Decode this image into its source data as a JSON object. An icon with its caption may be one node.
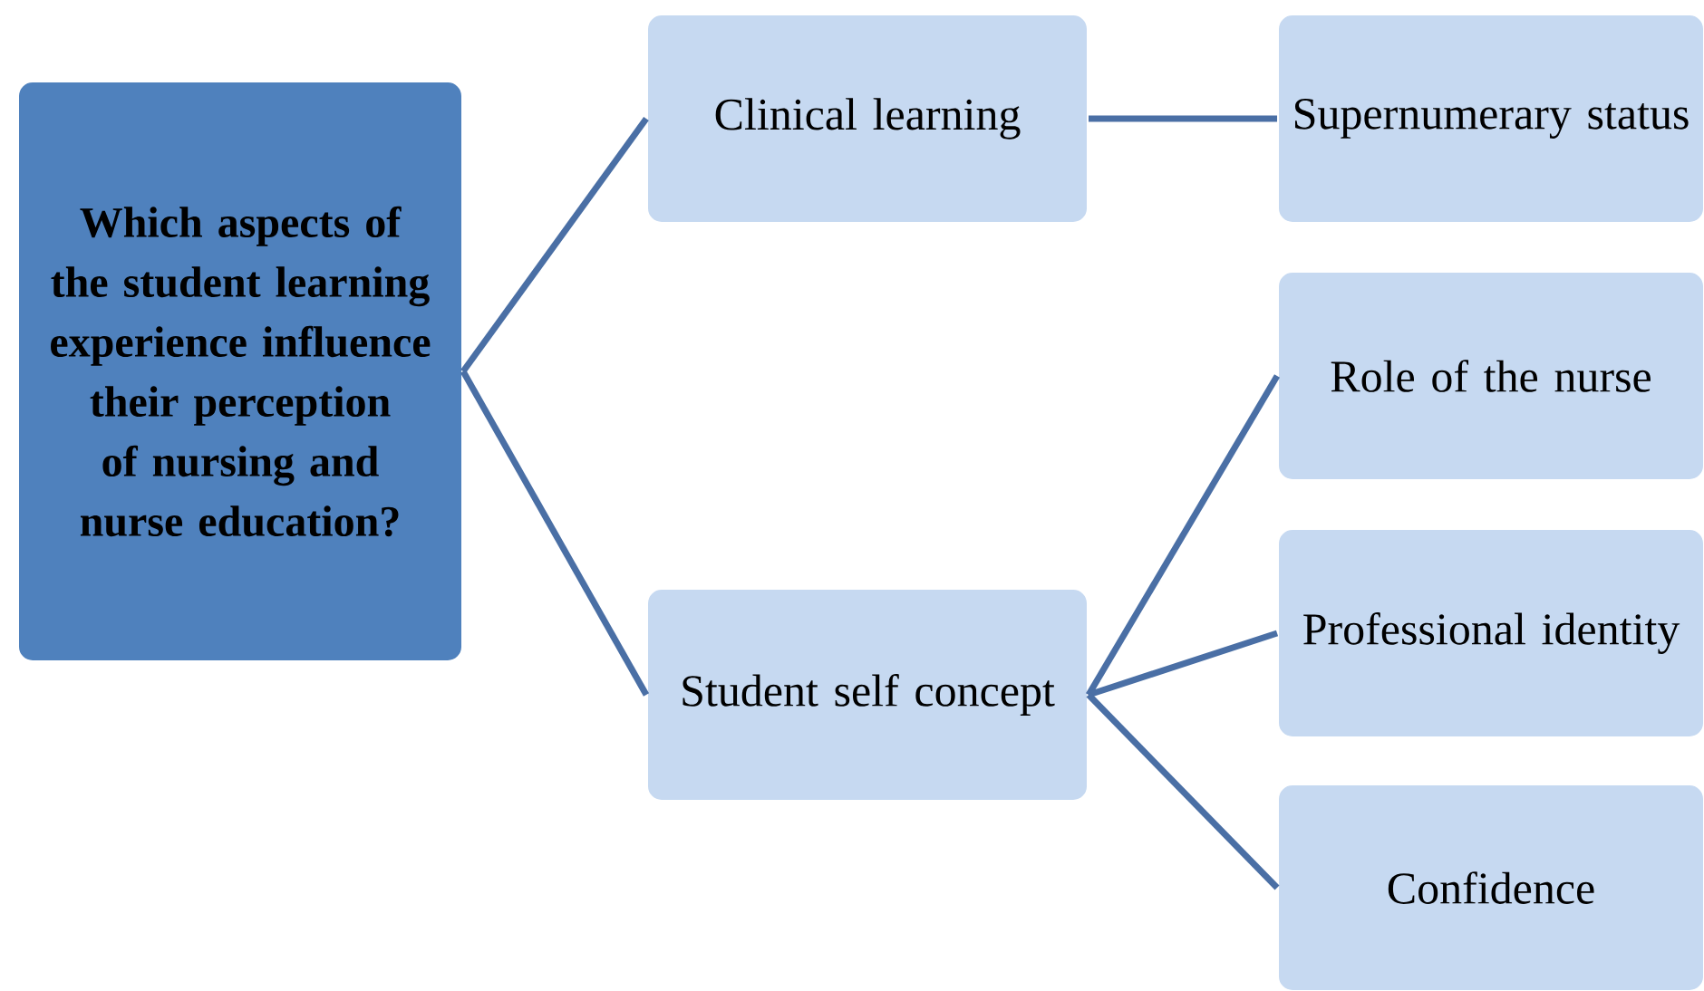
{
  "diagram": {
    "nodes": [
      {
        "text": [
          "Which aspects of the student learning experience influence their perception of nursing and nurse education?"
        ]
      },
      {
        "text": [
          "Clinical learning"
        ]
      },
      {
        "text": [
          "Supernumerary status"
        ]
      },
      {
        "text": [
          "Student self concept"
        ]
      },
      {
        "text": [
          "Role of the nurse"
        ]
      },
      {
        "text": [
          "Professional identity"
        ]
      },
      {
        "text": [
          "Confidence"
        ]
      }
    ],
    "edges": [
      {
        "from": 0,
        "to": 1,
        "arrow": "none"
      },
      {
        "from": 1,
        "to": 2,
        "arrow": "none"
      },
      {
        "from": 0,
        "to": 3,
        "arrow": "none"
      },
      {
        "from": 3,
        "to": 4,
        "arrow": "none"
      },
      {
        "from": 3,
        "to": 5,
        "arrow": "none"
      },
      {
        "from": 3,
        "to": 6,
        "arrow": "none"
      }
    ]
  }
}
